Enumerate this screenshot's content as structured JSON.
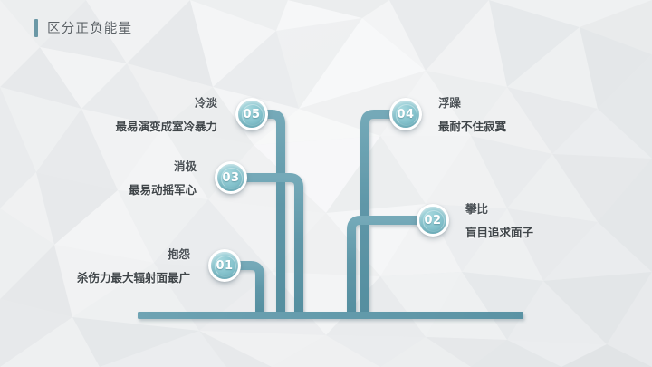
{
  "slide": {
    "title": "区分正负能量",
    "accent_color": "#6b98a6",
    "branch_color": "#5f97a8",
    "node_color": "#86c3cd",
    "background_color": "#eceef0",
    "text_color": "#4c5257"
  },
  "nodes": [
    {
      "number": "05",
      "side": "left",
      "line1": "冷淡",
      "line2": "最易演变成室冷暴力"
    },
    {
      "number": "04",
      "side": "right",
      "line1": "浮躁",
      "line2": "最耐不住寂寞"
    },
    {
      "number": "03",
      "side": "left",
      "line1": "消极",
      "line2": "最易动摇军心"
    },
    {
      "number": "02",
      "side": "right",
      "line1": "攀比",
      "line2": "盲目追求面子"
    },
    {
      "number": "01",
      "side": "left",
      "line1": "抱怨",
      "line2": "杀伤力最大辐射面最广"
    }
  ]
}
